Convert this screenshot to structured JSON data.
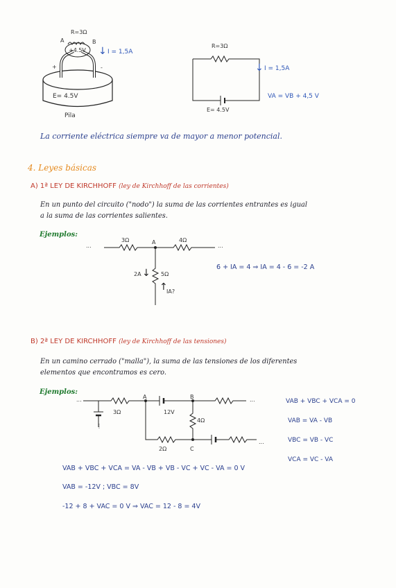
{
  "figure1": {
    "resistor": "R=3Ω",
    "node_a": "A",
    "node_b": "B",
    "bulb_voltage": "+4.5V",
    "current": "I = 1,5A",
    "plus": "+",
    "minus": "-",
    "emf": "E= 4.5V",
    "caption": "Pila"
  },
  "figure2": {
    "resistor": "R=3Ω",
    "current": "I = 1,5A",
    "emf": "E= 4.5V",
    "equation": "VA = VB + 4,5 V"
  },
  "current_direction_text": "La corriente eléctrica siempre va de mayor a menor potencial.",
  "section_heading": "4. Leyes básicas",
  "law1": {
    "title_prefix": "A) 1ª LEY DE KIRCHHOFF",
    "title_paren": "(ley de Kirchhoff de las corrientes)",
    "text_line1": "En un punto del circuito (\"nodo\") la suma de las corrientes entrantes es igual",
    "text_line2": "a la suma de las corrientes salientes.",
    "example_label": "Ejemplos:",
    "diagram": {
      "r_left": "3Ω",
      "node": "A",
      "r_right": "4Ω",
      "branch_current": "2A",
      "r_down": "5Ω",
      "unknown_current": "IA?",
      "dots": "..."
    },
    "equation": "6 + IA = 4 ⇒ IA = 4 - 6 = -2 A"
  },
  "law2": {
    "title_prefix": "B) 2ª LEY DE KIRCHHOFF",
    "title_paren": "(ley de Kirchhoff de las tensiones)",
    "text_line1": "En un camino cerrado (\"malla\"), la suma de las tensiones de los diferentes",
    "text_line2": "elementos que encontramos es cero.",
    "example_label": "Ejemplos:",
    "diagram": {
      "node_a": "A",
      "node_b": "B",
      "node_c": "C",
      "r_3": "3Ω",
      "battery": "12V",
      "r_4": "4Ω",
      "r_2": "2Ω",
      "dots": "..."
    },
    "side_equations": [
      "VAB + VBC + VCA = 0",
      "VAB = VA - VB",
      "VBC = VB - VC",
      "VCA = VC - VA"
    ],
    "bottom_equations": [
      "VAB + VBC + VCA = VA - VB + VB - VC + VC - VA = 0 V",
      "VAB = -12V ;  VBC = 8V",
      "-12 + 8 + VAC = 0 V  ⇒  VAC = 12 - 8 = 4V"
    ]
  }
}
